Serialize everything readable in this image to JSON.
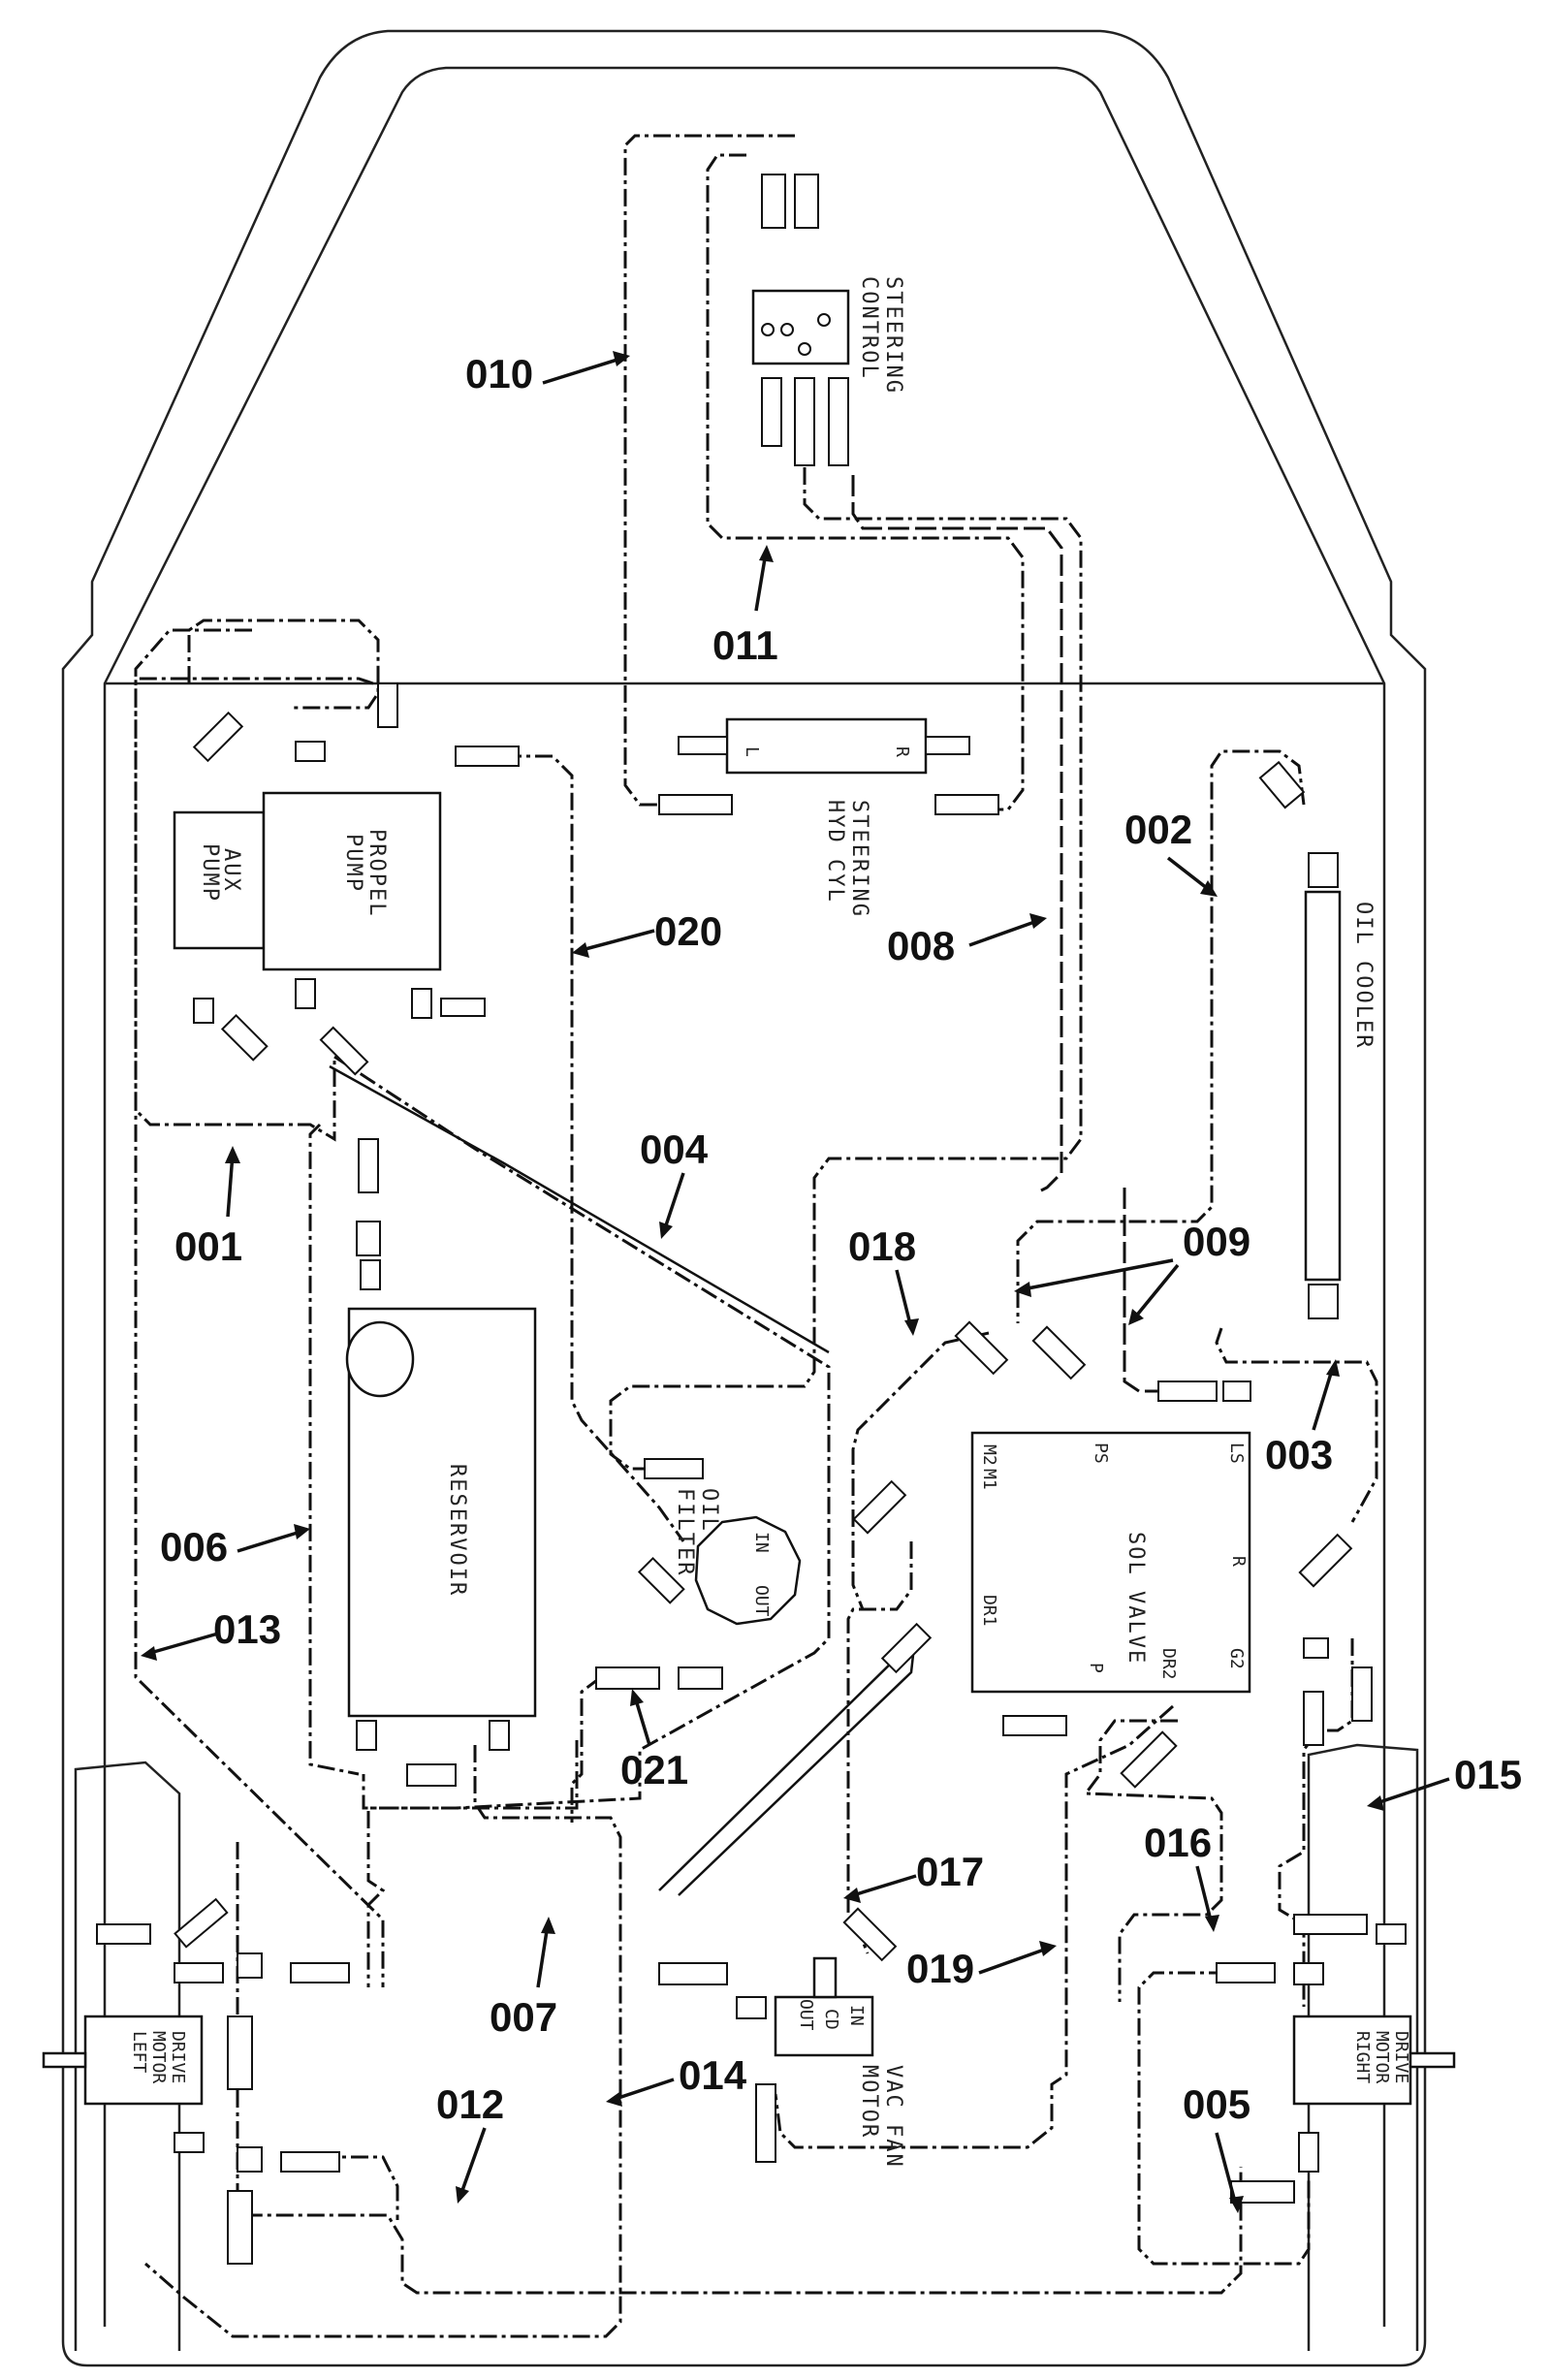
{
  "components": {
    "steering_control": {
      "line1": "STEERING",
      "line2": "CONTROL"
    },
    "steering_cyl": {
      "line1": "STEERING",
      "line2": "HYD CYL",
      "port_left": "L",
      "port_right": "R"
    },
    "aux_pump": {
      "line1": "AUX",
      "line2": "PUMP"
    },
    "propel_pump": {
      "line1": "PROPEL",
      "line2": "PUMP"
    },
    "oil_cooler": {
      "label": "OIL COOLER"
    },
    "reservoir": {
      "label": "RESERVOIR"
    },
    "oil_filter": {
      "line1": "OIL",
      "line2": "FILTER",
      "port_in": "IN",
      "port_out": "OUT"
    },
    "sol_valve": {
      "label": "SOL VALVE",
      "ports": {
        "m2": "M2",
        "ps": "PS",
        "ls": "LS",
        "m1": "M1",
        "r": "R",
        "dr1": "DR1",
        "p": "P",
        "dr2": "DR2",
        "g2": "G2"
      }
    },
    "vac_fan_motor": {
      "line1": "VAC FAN",
      "line2": "MOTOR",
      "in": "IN",
      "cd": "CD",
      "out": "OUT"
    },
    "drive_motor_left": {
      "line1": "DRIVE",
      "line2": "MOTOR",
      "line3": "LEFT"
    },
    "drive_motor_right": {
      "line1": "DRIVE",
      "line2": "MOTOR",
      "line3": "RIGHT"
    }
  },
  "callouts": [
    "001",
    "002",
    "003",
    "004",
    "005",
    "006",
    "007",
    "008",
    "009",
    "010",
    "011",
    "012",
    "013",
    "014",
    "015",
    "016",
    "017",
    "018",
    "019",
    "020",
    "021"
  ]
}
